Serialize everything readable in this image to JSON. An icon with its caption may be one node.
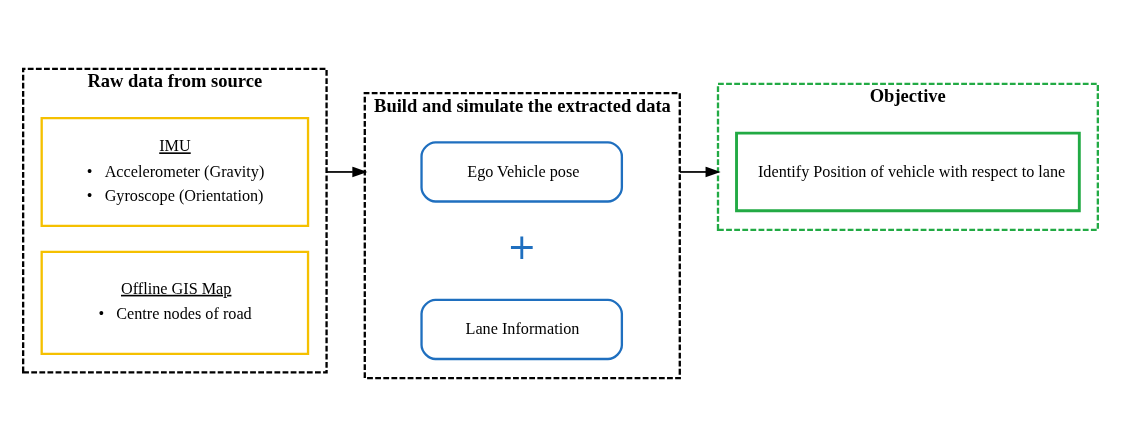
{
  "diagram": {
    "nodes": [
      {
        "text": [
          "Raw data from source"
        ]
      },
      {
        "text": [
          "IMU",
          "•   Accelerometer (Gravity)",
          "•   Gyroscope (Orientation)"
        ],
        "in": 0
      },
      {
        "text": [
          "Offline GIS Map",
          "•   Centre nodes of road"
        ],
        "in": 0
      },
      {
        "text": [
          "Build and simulate the extracted data"
        ]
      },
      {
        "text": [
          "Ego Vehicle pose"
        ],
        "in": 3
      },
      {
        "text": [
          "Lane Information"
        ],
        "in": 3
      },
      {
        "text": [
          "Objective"
        ]
      },
      {
        "text": [
          "Identify Position of vehicle with respect to lane"
        ],
        "in": 6
      }
    ],
    "edges": [
      {
        "from": 0,
        "to": 3,
        "arrow": "to"
      },
      {
        "from": 3,
        "to": 6,
        "arrow": "to"
      }
    ],
    "labels": [
      "+"
    ]
  }
}
